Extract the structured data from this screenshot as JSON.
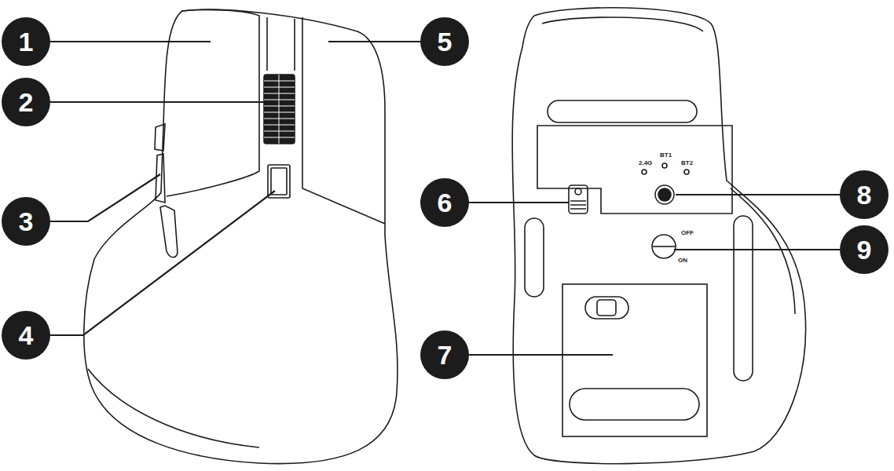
{
  "diagram": {
    "nodes": [
      {
        "text": [
          "1"
        ]
      },
      {
        "text": [
          "2"
        ]
      },
      {
        "text": [
          "3"
        ]
      },
      {
        "text": [
          "4"
        ]
      },
      {
        "text": [
          "5"
        ]
      },
      {
        "text": [
          "6"
        ]
      },
      {
        "text": [
          "7"
        ]
      },
      {
        "text": [
          "8"
        ]
      },
      {
        "text": [
          "9"
        ]
      }
    ],
    "labels": [
      "2.4G",
      "BT1",
      "BT2",
      "OFF",
      "ON"
    ]
  }
}
